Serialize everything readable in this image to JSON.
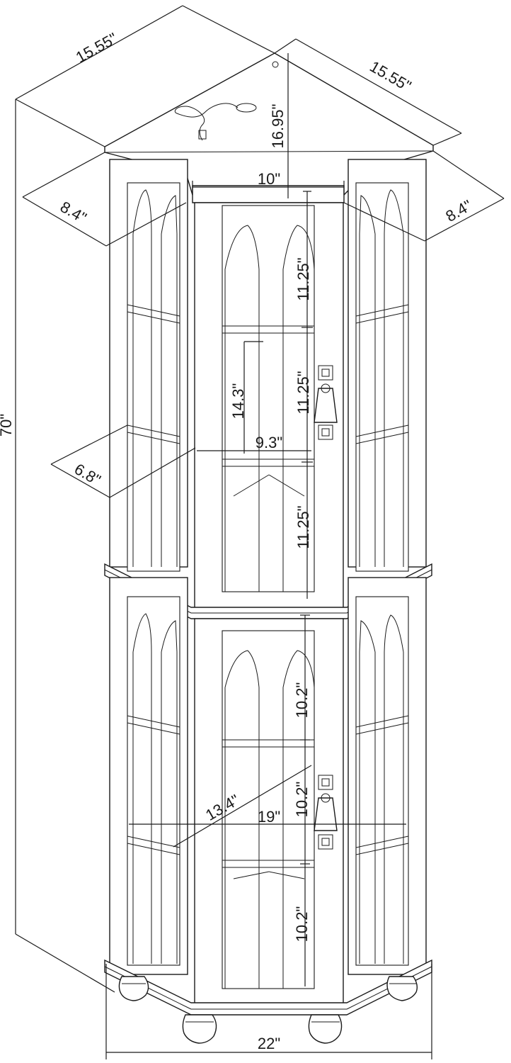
{
  "dimensions": {
    "top_left_depth": "15.55\"",
    "top_right_depth": "15.55\"",
    "top_clearance": "16.95\"",
    "crown_front_width": "10\"",
    "left_side_width": "8.4\"",
    "right_side_width": "8.4\"",
    "total_height": "70\"",
    "upper_shelf_1": "11.25\"",
    "upper_shelf_2": "11.25\"",
    "upper_shelf_3": "11.25\"",
    "door_glass_height": "14.3\"",
    "inner_front_width": "9.3\"",
    "inner_side_depth": "6.8\"",
    "lower_shelf_1": "10.2\"",
    "lower_shelf_2": "10.2\"",
    "lower_shelf_3": "10.2\"",
    "inner_diagonal_depth": "13.4\"",
    "inner_width": "19\"",
    "total_width": "22\""
  }
}
